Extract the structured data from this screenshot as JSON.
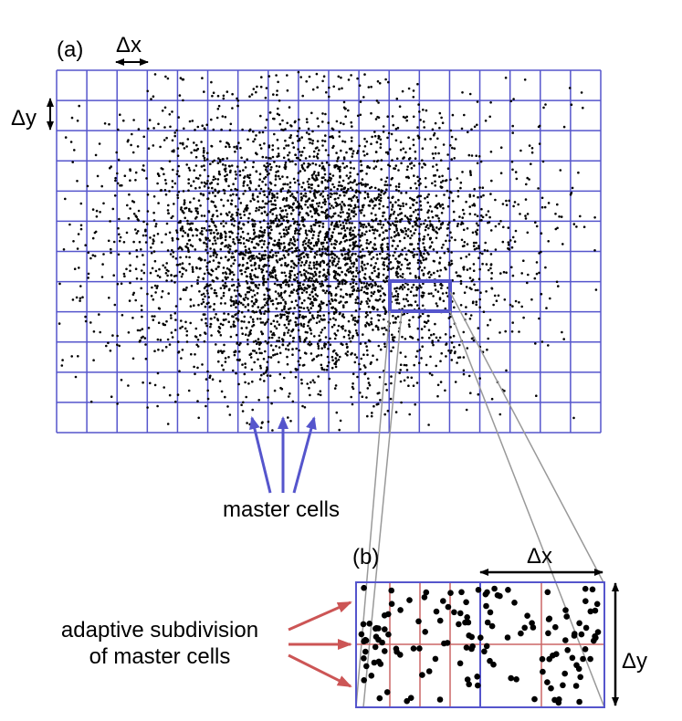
{
  "panel_a": {
    "label": "(a)",
    "dx_label": "Δx",
    "dy_label": "Δy",
    "master_cells_label": "master cells"
  },
  "panel_b": {
    "label": "(b)",
    "dx_label": "Δx",
    "dy_label": "Δy",
    "caption_line1": "adaptive subdivision",
    "caption_line2": "of master cells"
  },
  "colors": {
    "grid": "#5555cc",
    "subdivision": "#cc6666",
    "arrow_blue": "#5555cc",
    "arrow_red": "#cc5555",
    "zoom_lines": "#999999",
    "points": "#000000"
  }
}
